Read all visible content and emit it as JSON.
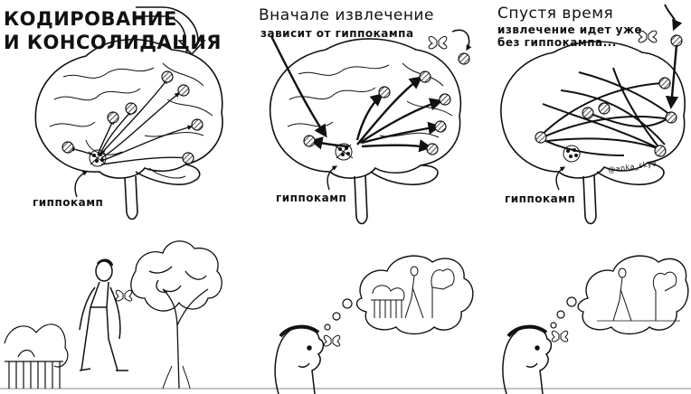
{
  "panel1": {
    "title_line1": "КОДИРОВАНИЕ",
    "title_line2": "И КОНСОЛИДАЦИЯ",
    "hippocampus_label": "гиппокамп"
  },
  "panel2": {
    "title": "Вначале извлечение",
    "subtitle": "зависит от гиппокампа",
    "hippocampus_label": "гиппокамп"
  },
  "panel3": {
    "title": "Спустя время",
    "subtitle_line1": "извлечение идет уже",
    "subtitle_line2": "без гиппокампа...",
    "hippocampus_label": "гиппокамп",
    "signature": "@anka_skye"
  }
}
